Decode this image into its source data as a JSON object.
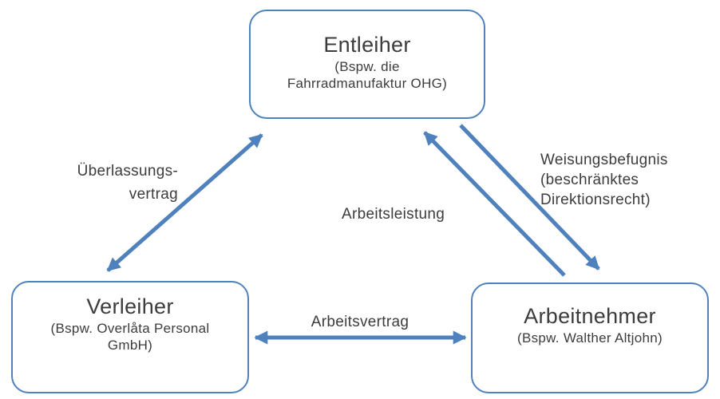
{
  "colors": {
    "accent": "#4f81bd",
    "text": "#3c3c3c",
    "background": "#ffffff"
  },
  "nodes": {
    "entleiher": {
      "title": "Entleiher",
      "subtitle_line1": "(Bspw. die",
      "subtitle_line2": "Fahrradmanufaktur OHG)"
    },
    "verleiher": {
      "title": "Verleiher",
      "subtitle_line1": "(Bspw. Overlåta Personal",
      "subtitle_line2": "GmbH)"
    },
    "arbeitnehmer": {
      "title": "Arbeitnehmer",
      "subtitle_line1": "(Bspw. Walther Altjohn)"
    }
  },
  "edges": {
    "ueberlassungsvertrag": {
      "label_line1": "Überlassungs-",
      "label_line2": "vertrag",
      "from": "Verleiher",
      "to": "Entleiher",
      "direction": "both"
    },
    "arbeitsvertrag": {
      "label_line1": "Arbeitsvertrag",
      "from": "Verleiher",
      "to": "Arbeitnehmer",
      "direction": "both"
    },
    "arbeitsleistung": {
      "label_line1": "Arbeitsleistung",
      "from": "Arbeitnehmer",
      "to": "Entleiher",
      "direction": "one-way"
    },
    "weisungsbefugnis": {
      "label_line1": "Weisungsbefugnis",
      "label_line2": "(beschränktes",
      "label_line3": "Direktionsrecht)",
      "from": "Entleiher",
      "to": "Arbeitnehmer",
      "direction": "one-way"
    }
  }
}
